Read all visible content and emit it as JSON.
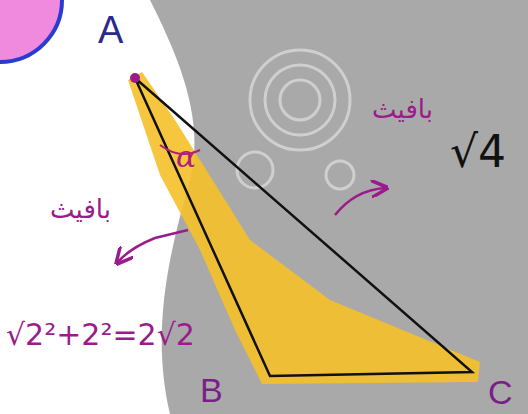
{
  "diagram": {
    "labels": [
      "A",
      "α",
      "بافیث",
      "بافیث",
      "√2²+2²=2√2",
      "√4",
      "B",
      "C"
    ]
  }
}
